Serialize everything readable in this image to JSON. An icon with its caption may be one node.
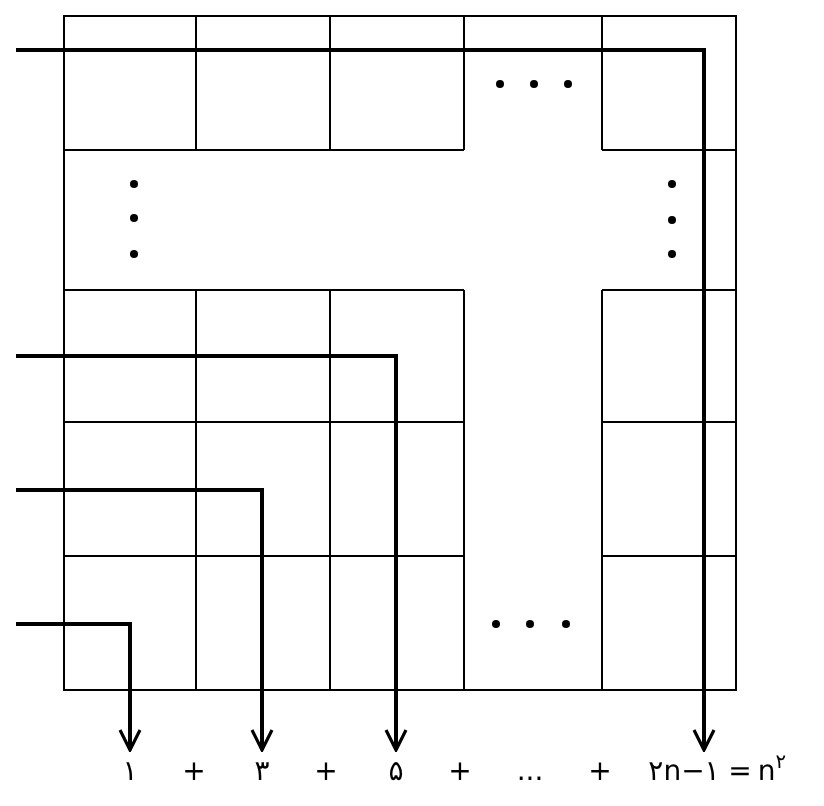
{
  "diagram": {
    "nodes": [
      {
        "text": [
          "۱"
        ]
      },
      {
        "text": [
          "۳"
        ]
      },
      {
        "text": [
          "۵"
        ]
      },
      {
        "text": [
          "۲n−۱"
        ]
      }
    ],
    "edges": [
      {
        "from": null,
        "to": 0,
        "arrow": "to"
      },
      {
        "from": null,
        "to": 1,
        "arrow": "to"
      },
      {
        "from": null,
        "to": 2,
        "arrow": "to"
      },
      {
        "from": null,
        "to": 3,
        "arrow": "to"
      }
    ],
    "labels": [
      "+",
      "+",
      "+",
      "...",
      "+",
      "=",
      "n$^{۲}$"
    ]
  }
}
